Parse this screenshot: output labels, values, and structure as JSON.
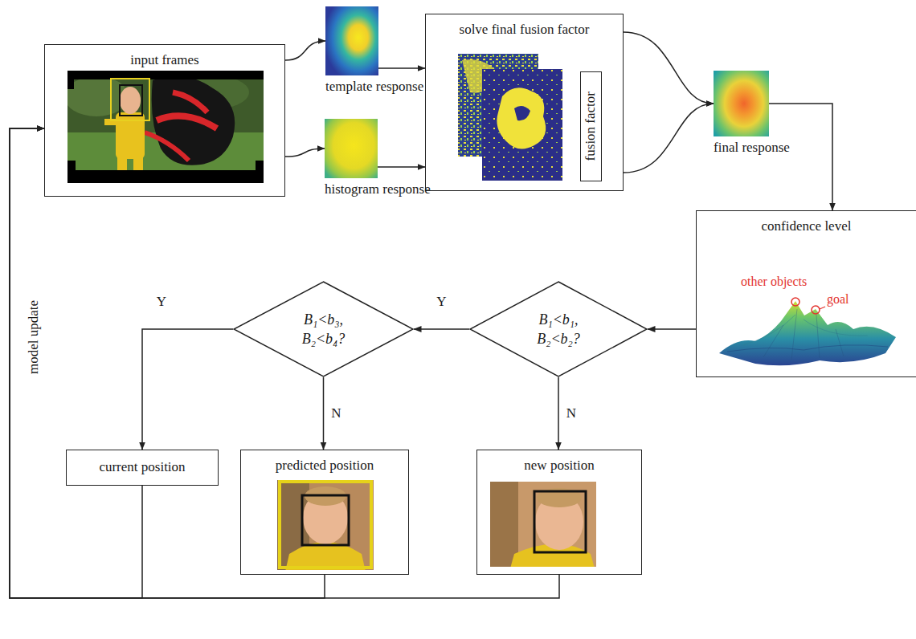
{
  "diagram": {
    "nodes": [
      {
        "text": [
          "input frames"
        ]
      },
      {
        "text": [
          "template response"
        ]
      },
      {
        "text": [
          "histogram response"
        ]
      },
      {
        "text": [
          "solve final fusion factor"
        ]
      },
      {
        "text": [
          "fusion factor"
        ],
        "in": 3
      },
      {
        "text": [
          "final response"
        ]
      },
      {
        "text": [
          "confidence level"
        ]
      },
      {
        "text": [
          "B₁<b₁, B₂<b₂?"
        ]
      },
      {
        "text": [
          "B₁<b₃, B₂<b₄?"
        ]
      },
      {
        "text": [
          "current position"
        ]
      },
      {
        "text": [
          "predicted position"
        ]
      },
      {
        "text": [
          "new position"
        ]
      }
    ],
    "edges": [
      {
        "from": 0,
        "to": 1,
        "arrow": "to"
      },
      {
        "from": 0,
        "to": 2,
        "arrow": "to"
      },
      {
        "from": 1,
        "to": 3,
        "arrow": "to"
      },
      {
        "from": 2,
        "to": 3,
        "arrow": "to"
      },
      {
        "from": 3,
        "to": 5,
        "arrow": "to"
      },
      {
        "from": 3,
        "to": 5,
        "arrow": "to"
      },
      {
        "from": 5,
        "to": 6,
        "arrow": "to"
      },
      {
        "from": 6,
        "to": 7,
        "arrow": "to"
      },
      {
        "from": 7,
        "to": 8,
        "label": "Y",
        "arrow": "to"
      },
      {
        "from": 7,
        "to": 11,
        "label": "N",
        "arrow": "to"
      },
      {
        "from": 8,
        "to": 9,
        "label": "Y",
        "arrow": "to"
      },
      {
        "from": 8,
        "to": 10,
        "label": "N",
        "arrow": "to"
      },
      {
        "from": 9,
        "to": 0,
        "arrow": "to"
      },
      {
        "from": 10,
        "to": 0,
        "arrow": "to"
      },
      {
        "from": 11,
        "to": 0,
        "arrow": "to"
      }
    ],
    "labels": [
      "other objects",
      "goal",
      "model update"
    ]
  }
}
